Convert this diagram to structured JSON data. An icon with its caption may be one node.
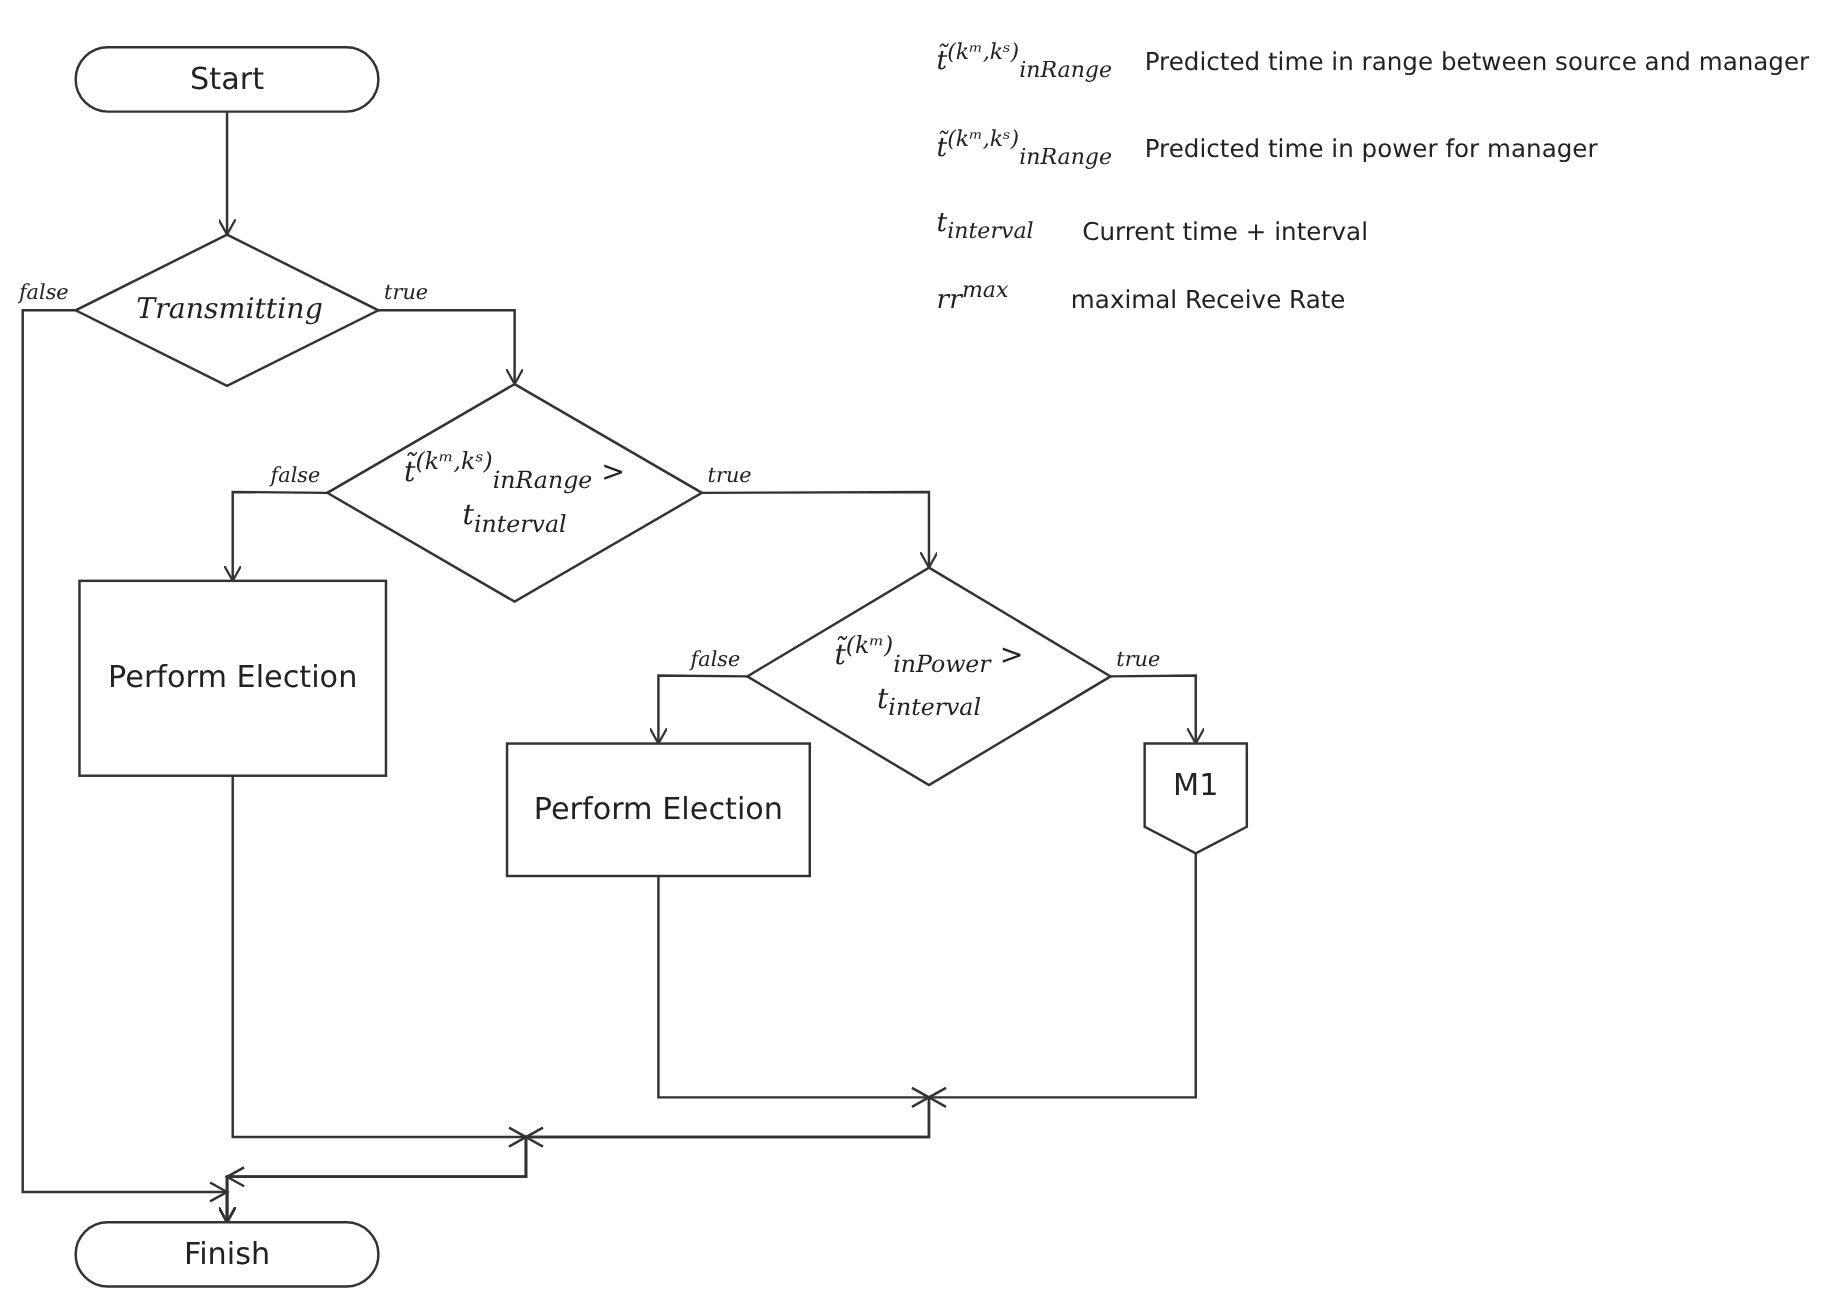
{
  "diagram": {
    "nodes": [
      {
        "text": [
          "Start"
        ]
      },
      {
        "text": [
          "Transmitting"
        ]
      },
      {
        "text": [
          "t̃$^{(kᵐ,kˢ)}$$_{inRange}$ > t$_{interval}$"
        ]
      },
      {
        "text": [
          "Perform Election"
        ]
      },
      {
        "text": [
          "t̃$^{(kᵐ)}$$_{inPower}$ > t$_{interval}$"
        ]
      },
      {
        "text": [
          "Perform Election"
        ]
      },
      {
        "text": [
          "M1"
        ]
      },
      {
        "text": [
          "Finish"
        ]
      }
    ],
    "edges": [
      {
        "from": 0,
        "to": 1,
        "arrow": "to"
      },
      {
        "from": 1,
        "to": 2,
        "arrow": "to",
        "label": "true"
      },
      {
        "from": 1,
        "to": 7,
        "arrow": "to",
        "label": "false"
      },
      {
        "from": 2,
        "to": 3,
        "arrow": "to",
        "label": "false"
      },
      {
        "from": 2,
        "to": 4,
        "arrow": "to",
        "label": "true"
      },
      {
        "from": 4,
        "to": 5,
        "arrow": "to",
        "label": "false"
      },
      {
        "from": 4,
        "to": 6,
        "arrow": "to",
        "label": "true"
      },
      {
        "from": 3,
        "to": 7,
        "arrow": "to"
      },
      {
        "from": 5,
        "to": 7,
        "arrow": "to"
      },
      {
        "from": 6,
        "to": 7,
        "arrow": "to"
      }
    ],
    "labels": [
      "t̃$^{(kᵐ,kˢ)}$$_{inRange}$",
      "Predicted time in range between source and manager",
      "t̃$^{(kᵐ,kˢ)}$$_{inRange}$",
      "Predicted time in power for manager",
      "t$_{interval}$",
      "Current time + interval",
      "rr$^{max}$",
      "maximal Receive Rate"
    ]
  }
}
